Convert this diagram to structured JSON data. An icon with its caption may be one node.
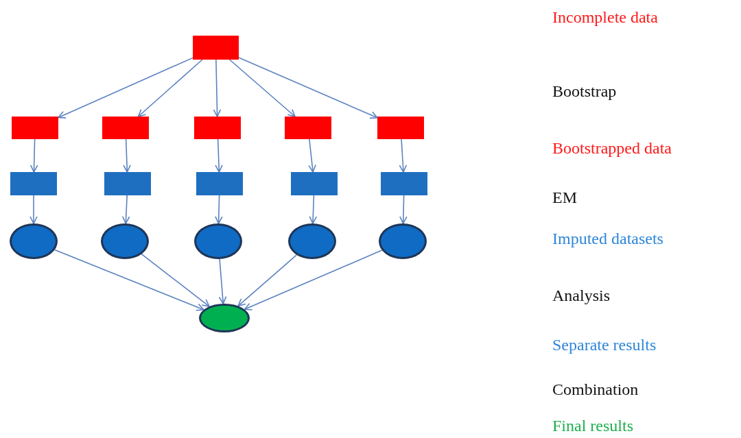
{
  "diagram": {
    "nodes": [
      {
        "text": [],
        "shape": "box"
      },
      {
        "text": [],
        "shape": "box"
      },
      {
        "text": [],
        "shape": "box"
      },
      {
        "text": [],
        "shape": "box"
      },
      {
        "text": [],
        "shape": "box"
      },
      {
        "text": [],
        "shape": "box"
      },
      {
        "text": [],
        "shape": "box"
      },
      {
        "text": [],
        "shape": "box"
      },
      {
        "text": [],
        "shape": "box"
      },
      {
        "text": [],
        "shape": "box"
      },
      {
        "text": [],
        "shape": "box"
      },
      {
        "text": [],
        "shape": "circle"
      },
      {
        "text": [],
        "shape": "circle"
      },
      {
        "text": [],
        "shape": "circle"
      },
      {
        "text": [],
        "shape": "circle"
      },
      {
        "text": [],
        "shape": "circle"
      },
      {
        "text": [],
        "shape": "circle"
      }
    ],
    "edges": [
      {
        "from": 0,
        "to": 1,
        "arrow": "to"
      },
      {
        "from": 0,
        "to": 2,
        "arrow": "to"
      },
      {
        "from": 0,
        "to": 3,
        "arrow": "to"
      },
      {
        "from": 0,
        "to": 4,
        "arrow": "to"
      },
      {
        "from": 0,
        "to": 5,
        "arrow": "to"
      },
      {
        "from": 1,
        "to": 6,
        "arrow": "to"
      },
      {
        "from": 2,
        "to": 7,
        "arrow": "to"
      },
      {
        "from": 3,
        "to": 8,
        "arrow": "to"
      },
      {
        "from": 4,
        "to": 9,
        "arrow": "to"
      },
      {
        "from": 5,
        "to": 10,
        "arrow": "to"
      },
      {
        "from": 6,
        "to": 11,
        "arrow": "to"
      },
      {
        "from": 7,
        "to": 12,
        "arrow": "to"
      },
      {
        "from": 8,
        "to": 13,
        "arrow": "to"
      },
      {
        "from": 9,
        "to": 14,
        "arrow": "to"
      },
      {
        "from": 10,
        "to": 15,
        "arrow": "to"
      },
      {
        "from": 11,
        "to": 16,
        "arrow": "to"
      },
      {
        "from": 12,
        "to": 16,
        "arrow": "to"
      },
      {
        "from": 13,
        "to": 16,
        "arrow": "to"
      },
      {
        "from": 14,
        "to": 16,
        "arrow": "to"
      },
      {
        "from": 15,
        "to": 16,
        "arrow": "to"
      }
    ],
    "labels": [
      "Incomplete data",
      "Bootstrap",
      "Bootstrapped data",
      "EM",
      "Imputed datasets",
      "Analysis",
      "Separate results",
      "Combination",
      "Final results"
    ]
  }
}
